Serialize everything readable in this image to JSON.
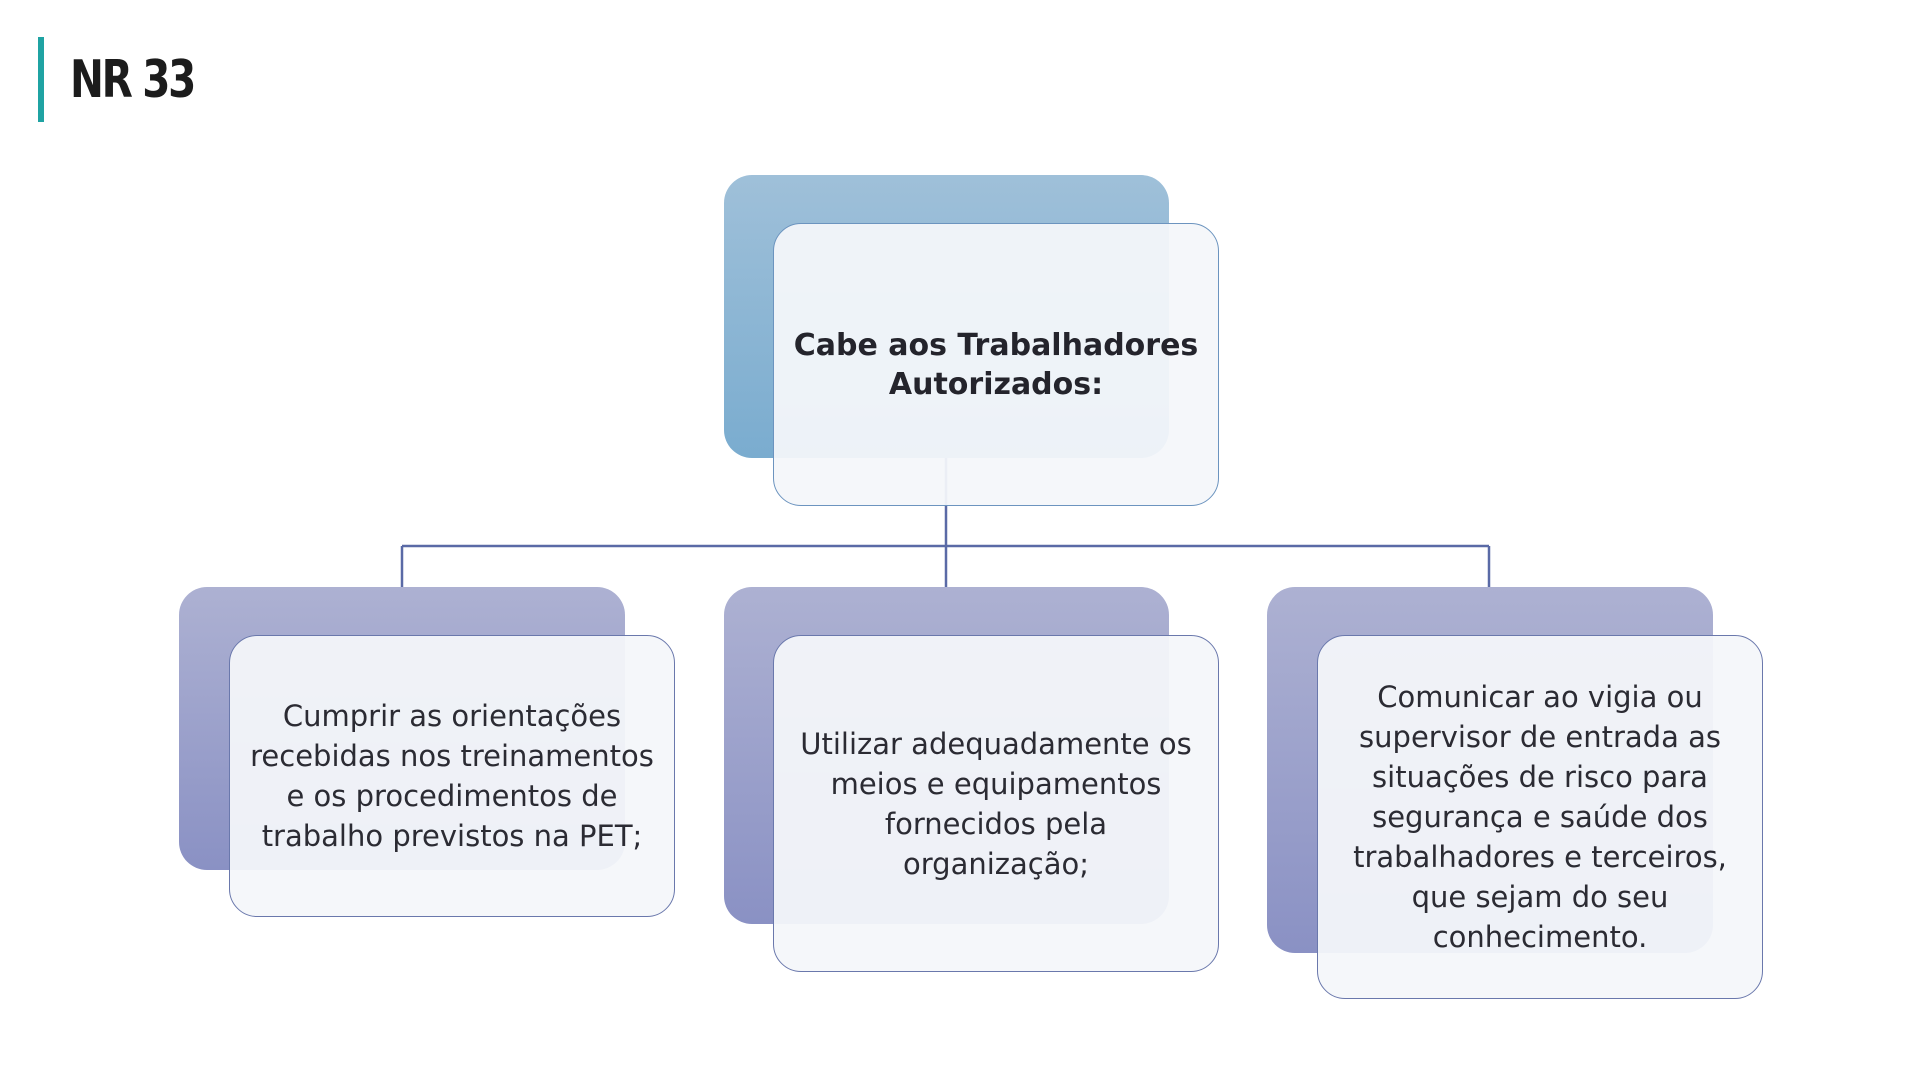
{
  "slide": {
    "title": "NR 33"
  },
  "diagram": {
    "root": {
      "label": "Cabe aos Trabalhadores Autorizados:"
    },
    "children": [
      {
        "label": "Cumprir as orientações recebidas nos treinamentos e os procedimentos de trabalho previstos na PET;"
      },
      {
        "label": "Utilizar adequadamente os meios e equipamentos fornecidos pela organização;"
      },
      {
        "label": "Comunicar ao vigia ou supervisor de entrada as situações de risco para segurança e saúde dos trabalhadores e terceiros, que sejam do seu conhecimento."
      }
    ]
  },
  "colors": {
    "accent_bar": "#1fa3a3",
    "root_fill": "#8fb7d6",
    "child_fill": "#9ca1cb",
    "connector": "#5a6aa6"
  }
}
